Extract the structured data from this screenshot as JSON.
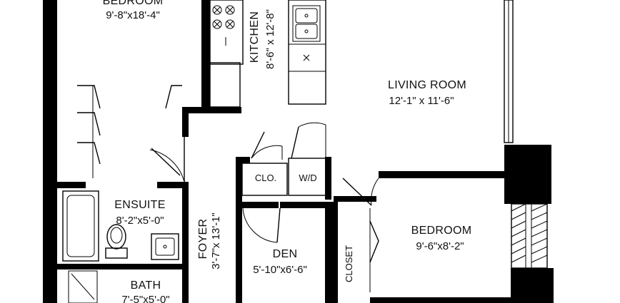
{
  "rooms": {
    "bedroom_main": {
      "name": "BEDROOM",
      "dim": "9'-8\"x18'-4\""
    },
    "kitchen": {
      "name": "KITCHEN",
      "dim": "8'-6\" x 12'-8\""
    },
    "living": {
      "name": "LIVING ROOM",
      "dim": "12'-1\" x 11'-6\""
    },
    "ensuite": {
      "name": "ENSUITE",
      "dim": "8'-2\"x5'-0\""
    },
    "foyer": {
      "name": "FOYER",
      "dim": "3'-7\"x 13'-1\""
    },
    "den": {
      "name": "DEN",
      "dim": "5'-10\"x6'-6\""
    },
    "bedroom_second": {
      "name": "BEDROOM",
      "dim": "9'-6\"x8'-2\""
    },
    "bath": {
      "name": "BATH",
      "dim": "7'-5\"x5'-0\""
    }
  },
  "labels": {
    "closet_clo": "CLO.",
    "closet_wd": "W/D",
    "closet_vertical": "CLOSET"
  }
}
